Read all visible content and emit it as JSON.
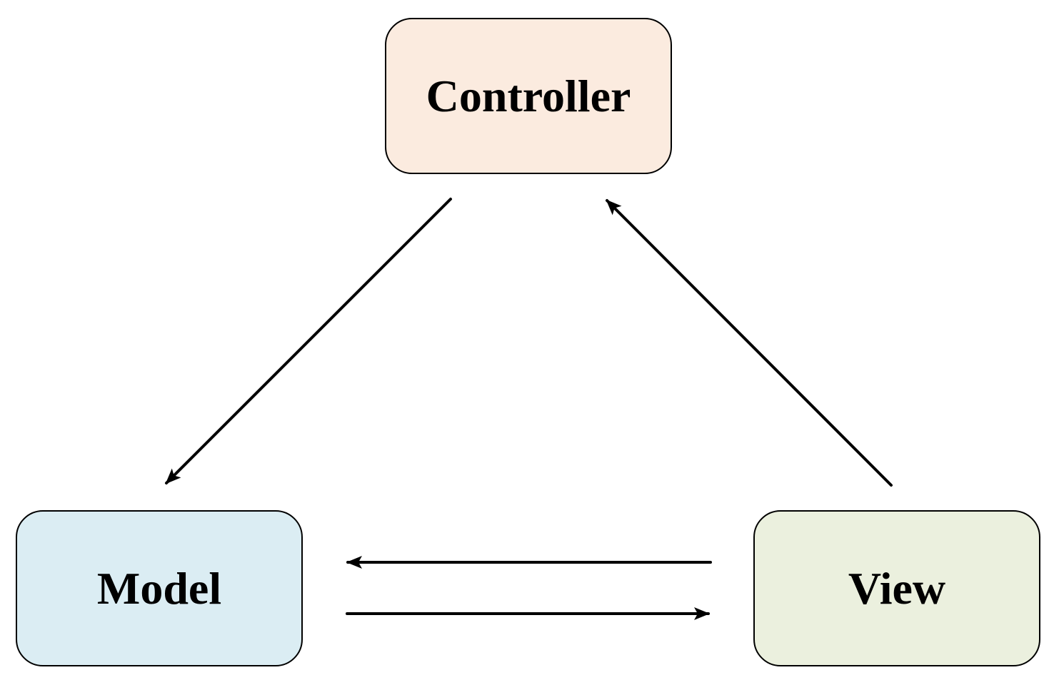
{
  "nodes": {
    "controller": {
      "label": "Controller",
      "fill": "#fbebdf"
    },
    "model": {
      "label": "Model",
      "fill": "#dbedf3"
    },
    "view": {
      "label": "View",
      "fill": "#ebf0de"
    }
  },
  "edges": [
    {
      "from": "controller",
      "to": "model"
    },
    {
      "from": "view",
      "to": "controller"
    },
    {
      "from": "view",
      "to": "model"
    },
    {
      "from": "model",
      "to": "view"
    }
  ],
  "colors": {
    "stroke": "#000000",
    "background": "#ffffff"
  }
}
